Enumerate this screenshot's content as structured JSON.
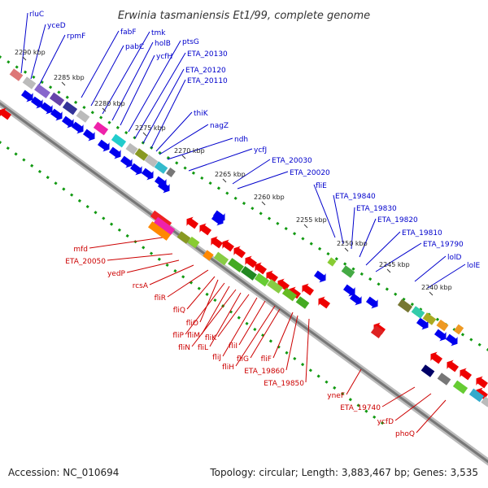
{
  "title": "Erwinia tasmaniensis Et1/99, complete genome",
  "footer": {
    "accession": "Accession: NC_010694",
    "topology": "Topology: circular; Length: 3,883,467 bp; Genes: 3,535"
  },
  "colors": {
    "forward_label": "#0000cc",
    "reverse_label": "#cc0000",
    "forward_arrow": "#0000ee",
    "reverse_arrow": "#ee0000",
    "backbone": "#999999",
    "tick_dots": "#119911"
  },
  "scale_ticks": [
    "2290 kbp",
    "2285 kbp",
    "2280 kbp",
    "2275 kbp",
    "2270 kbp",
    "2265 kbp",
    "2260 kbp",
    "2255 kbp",
    "2250 kbp",
    "2245 kbp",
    "2240 kbp"
  ],
  "forward_genes": [
    "rluC",
    "yceD",
    "rpmF",
    "fabF",
    "pabC",
    "tmk",
    "holB",
    "ycfH",
    "ptsG",
    "ETA_20130",
    "ETA_20120",
    "ETA_20110",
    "thiK",
    "nagZ",
    "ndh",
    "ycfJ",
    "ETA_20030",
    "ETA_20020",
    "fliE",
    "ETA_19840",
    "ETA_19830",
    "ETA_19820",
    "ETA_19810",
    "ETA_19790",
    "lolD",
    "lolE"
  ],
  "reverse_genes": [
    "mfd",
    "ETA_20050",
    "yedP",
    "rcsA",
    "fliR",
    "fliQ",
    "fliO",
    "fliP",
    "fliM",
    "fliN",
    "fliL",
    "fliK",
    "fliJ",
    "fliI",
    "fliH",
    "fliG",
    "fliF",
    "ETA_19860",
    "ETA_19850",
    "yneF",
    "ETA_19740",
    "ycfD",
    "phoQ"
  ]
}
